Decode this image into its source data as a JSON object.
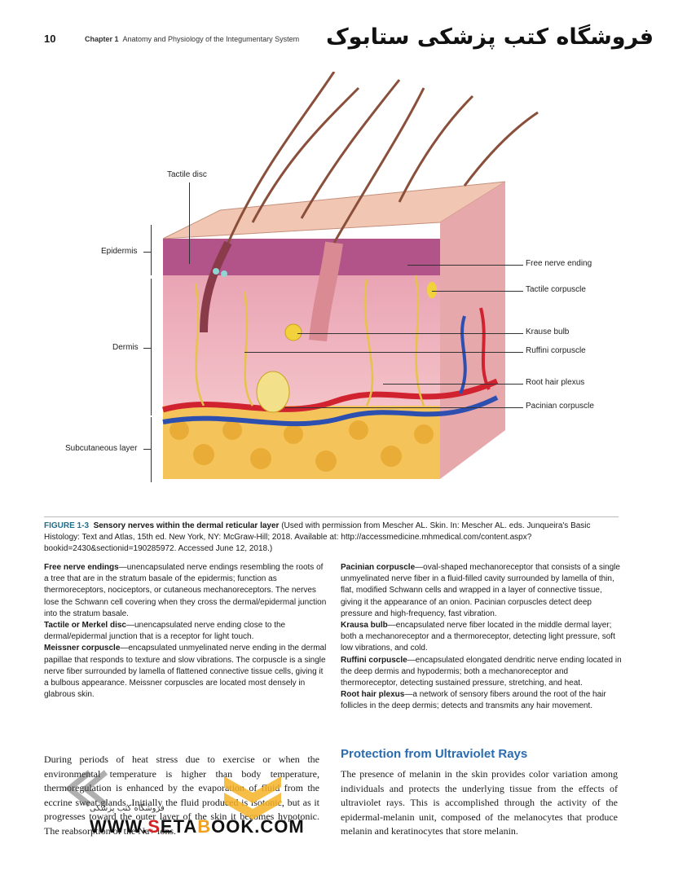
{
  "header": {
    "page_number": "10",
    "chapter_label": "Chapter 1",
    "chapter_title": "Anatomy and Physiology of the Integumentary System",
    "store_title": "فروشگاه کتب پزشکی ستابوک"
  },
  "figure": {
    "layer_labels": {
      "tactile_disc": "Tactile disc",
      "epidermis": "Epidermis",
      "dermis": "Dermis",
      "subcutaneous": "Subcutaneous layer"
    },
    "right_labels": [
      "Free nerve ending",
      "Tactile corpuscle",
      "Krause bulb",
      "Ruffini corpuscle",
      "Root hair plexus",
      "Pacinian corpuscle"
    ]
  },
  "caption": {
    "label": "FIGURE 1-3",
    "title": "Sensory nerves within the dermal reticular layer",
    "text": " (Used with permission from Mescher AL. Skin. In: Mescher AL. eds. Junqueira's Basic Histology: Text and Atlas, 15th ed. New York, NY: McGraw-Hill; 2018. Available at: http://accessmedicine.mhmedical.com/content.aspx?bookid=2430&sectionid=190285972. Accessed June 12, 2018.)"
  },
  "definitions_left": [
    {
      "term": "Free nerve endings",
      "text": "—unencapsulated nerve endings resembling the roots of a tree that are in the stratum basale of the epidermis; function as thermoreceptors, nociceptors, or cutaneous mechanoreceptors. The nerves lose the Schwann cell covering when they cross the dermal/epidermal junction into the stratum basale."
    },
    {
      "term": "Tactile or Merkel disc",
      "text": "—unencapsulated nerve ending close to the dermal/epidermal junction that is a receptor for light touch."
    },
    {
      "term": "Meissner corpuscle",
      "text": "—encapsulated unmyelinated nerve ending in the dermal papillae that responds to texture and slow vibrations. The corpuscle is a single nerve fiber surrounded by lamella of flattened connective tissue cells, giving it a bulbous appearance. Meissner corpuscles are located most densely in glabrous skin."
    }
  ],
  "definitions_right": [
    {
      "term": "Pacinian corpuscle",
      "text": "—oval-shaped mechanoreceptor that consists of a single unmyelinated nerve fiber in a fluid-filled cavity surrounded by lamella of thin, flat, modified Schwann cells and wrapped in a layer of connective tissue, giving it the appearance of an onion. Pacinian corpuscles detect deep pressure and high-frequency, fast vibration."
    },
    {
      "term": "Krausa bulb",
      "text": "—encapsulated nerve fiber located in the middle dermal layer; both a mechanoreceptor and a thermoreceptor, detecting light pressure, soft low vibrations, and cold."
    },
    {
      "term": "Ruffini corpuscle",
      "text": "—encapsulated elongated dendritic nerve ending located in the deep dermis and hypodermis; both a mechanoreceptor and thermoreceptor, detecting sustained pressure, stretching, and heat."
    },
    {
      "term": "Root hair plexus",
      "text": "—a network of sensory fibers around the root of the hair follicles in the deep dermis; detects and transmits any hair movement."
    }
  ],
  "body": {
    "left_paragraph": "During periods of heat stress due to exercise or when the environmental temperature is higher than body temperature, thermoregulation is enhanced by the evaporation of fluid from the eccrine sweat glands. Initially the fluid produced is isotonic, but as it progresses toward the outer layer of the skin it becomes hypotonic. The reabsorption of the Na+ ions.",
    "section_heading": "Protection from Ultraviolet Rays",
    "right_paragraph": "The presence of melanin in the skin provides color variation among individuals and protects the underlying tissue from the effects of ultraviolet rays. This is accomplished through the activity of the epidermal-melanin unit, composed of the melanocytes that produce melanin and keratinocytes that store melanin."
  },
  "watermark": {
    "url_prefix": "WWW.",
    "url_s": "S",
    "url_mid": "ETA",
    "url_b": "B",
    "url_end": "OOK.COM",
    "subtitle": "فروشگاه کتب پزشکی"
  }
}
